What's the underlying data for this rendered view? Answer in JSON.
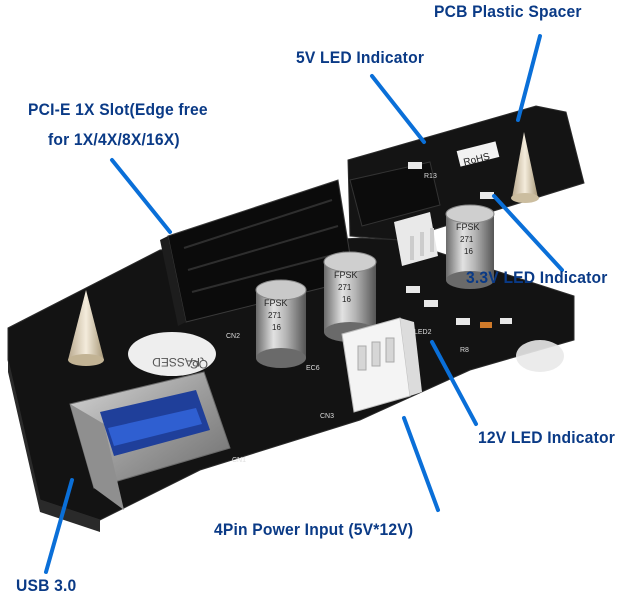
{
  "callouts": {
    "pcb_spacer": "PCB Plastic Spacer",
    "led_5v": "5V LED Indicator",
    "pcie_slot_line1": "PCI-E 1X  Slot(Edge free",
    "pcie_slot_line2": "for 1X/4X/8X/16X)",
    "led_3v3": "3.3V LED Indicator",
    "led_12v": "12V LED Indicator",
    "power_input": "4Pin Power Input (5V*12V)",
    "usb": "USB 3.0"
  },
  "board_markings": {
    "rohs": "RoHS",
    "passed": "PASSED",
    "qc": "QC",
    "cap_brand": "FPSK",
    "cap_value": "271",
    "cap_rating": "16",
    "cn2": "CN2",
    "cn3": "CN3",
    "cn1": "CN1",
    "ec6": "EC6",
    "led2": "LED2",
    "r8": "R8",
    "r13": "R13"
  },
  "colors": {
    "label_text": "#0a3a86",
    "arrow_line": "#0a6fd8",
    "pcb": "#131313"
  }
}
